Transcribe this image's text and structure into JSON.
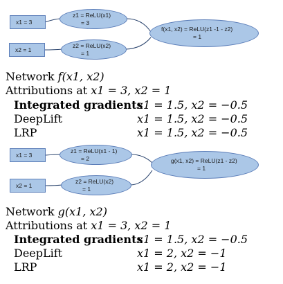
{
  "network_f": {
    "x1_node": "x1 = 3",
    "x2_node": "x2 = 1",
    "z1_line1": "z1 = ReLU(x1)",
    "z1_line2": "= 3",
    "z2_line1": "z2 = ReLU(x2)",
    "z2_line2": "= 1",
    "out_line1": "f(x1, x2) = ReLU(z1 -1 - z2)",
    "out_line2": "= 1",
    "caption_prefix": "Network",
    "caption_math": "f(x1, x2)",
    "attr_prefix": "Attributions at",
    "attr_math": "x1 = 3, x2 = 1",
    "rows": [
      {
        "method": "Integrated gradients",
        "value": "x1 = 1.5,  x2 = −0.5"
      },
      {
        "method": "DeepLift",
        "value": "x1 = 1.5,  x2 = −0.5"
      },
      {
        "method": "LRP",
        "value": "x1 = 1.5,  x2 = −0.5"
      }
    ]
  },
  "network_g": {
    "x1_node": "x1 = 3",
    "x2_node": "x2 = 1",
    "z1_line1": "z1 = ReLU(x1 - 1)",
    "z1_line2": "= 2",
    "z2_line1": "z2 = ReLU(x2)",
    "z2_line2": "= 1",
    "out_line1": "g(x1, x2) = ReLU(z1 - z2)",
    "out_line2": "= 1",
    "caption_prefix": "Network",
    "caption_math": "g(x1, x2)",
    "attr_prefix": "Attributions at",
    "attr_math": "x1 = 3, x2 = 1",
    "rows": [
      {
        "method": "Integrated gradients",
        "value": "x1 = 1.5,  x2 = −0.5"
      },
      {
        "method": "DeepLift",
        "value": "x1 = 2,  x2 = −1"
      },
      {
        "method": "LRP",
        "value": "x1 = 2,  x2 = −1"
      }
    ]
  }
}
